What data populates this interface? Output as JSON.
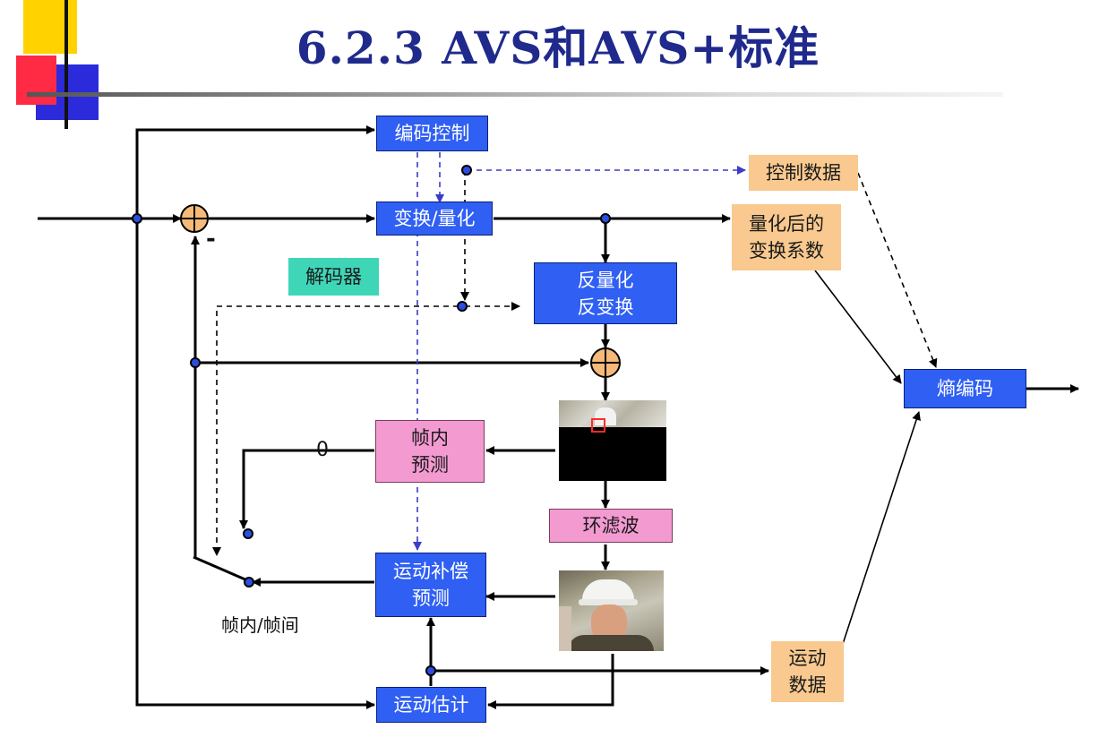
{
  "title": "6.2.3  AVS和AVS+标准",
  "blocks": {
    "coding_control": "编码控制",
    "transform_quant": "变换/量化",
    "inv_quant": "反量化",
    "inv_transform": "反变换",
    "intra_pred_1": "帧内",
    "intra_pred_2": "预测",
    "loop_filter": "环滤波",
    "mc_pred_1": "运动补偿",
    "mc_pred_2": "预测",
    "motion_est": "运动估计",
    "entropy": "熵编码",
    "decoder": "解码器"
  },
  "outputs": {
    "control_data": "控制数据",
    "quant_coef_1": "量化后的",
    "quant_coef_2": "变换系数",
    "motion_data_1": "运动",
    "motion_data_2": "数据"
  },
  "labels": {
    "minus": "-",
    "zero": "0",
    "intra_inter": "帧内/帧间"
  },
  "colors": {
    "block_blue": "#2f5ff3",
    "block_pink": "#f39ad1",
    "output_peach": "#f9c98f",
    "decoder_teal": "#3fd6b8",
    "title": "#1f2a8c",
    "adder": "#f5b97a",
    "dashed_blue": "#3c3cc8"
  }
}
